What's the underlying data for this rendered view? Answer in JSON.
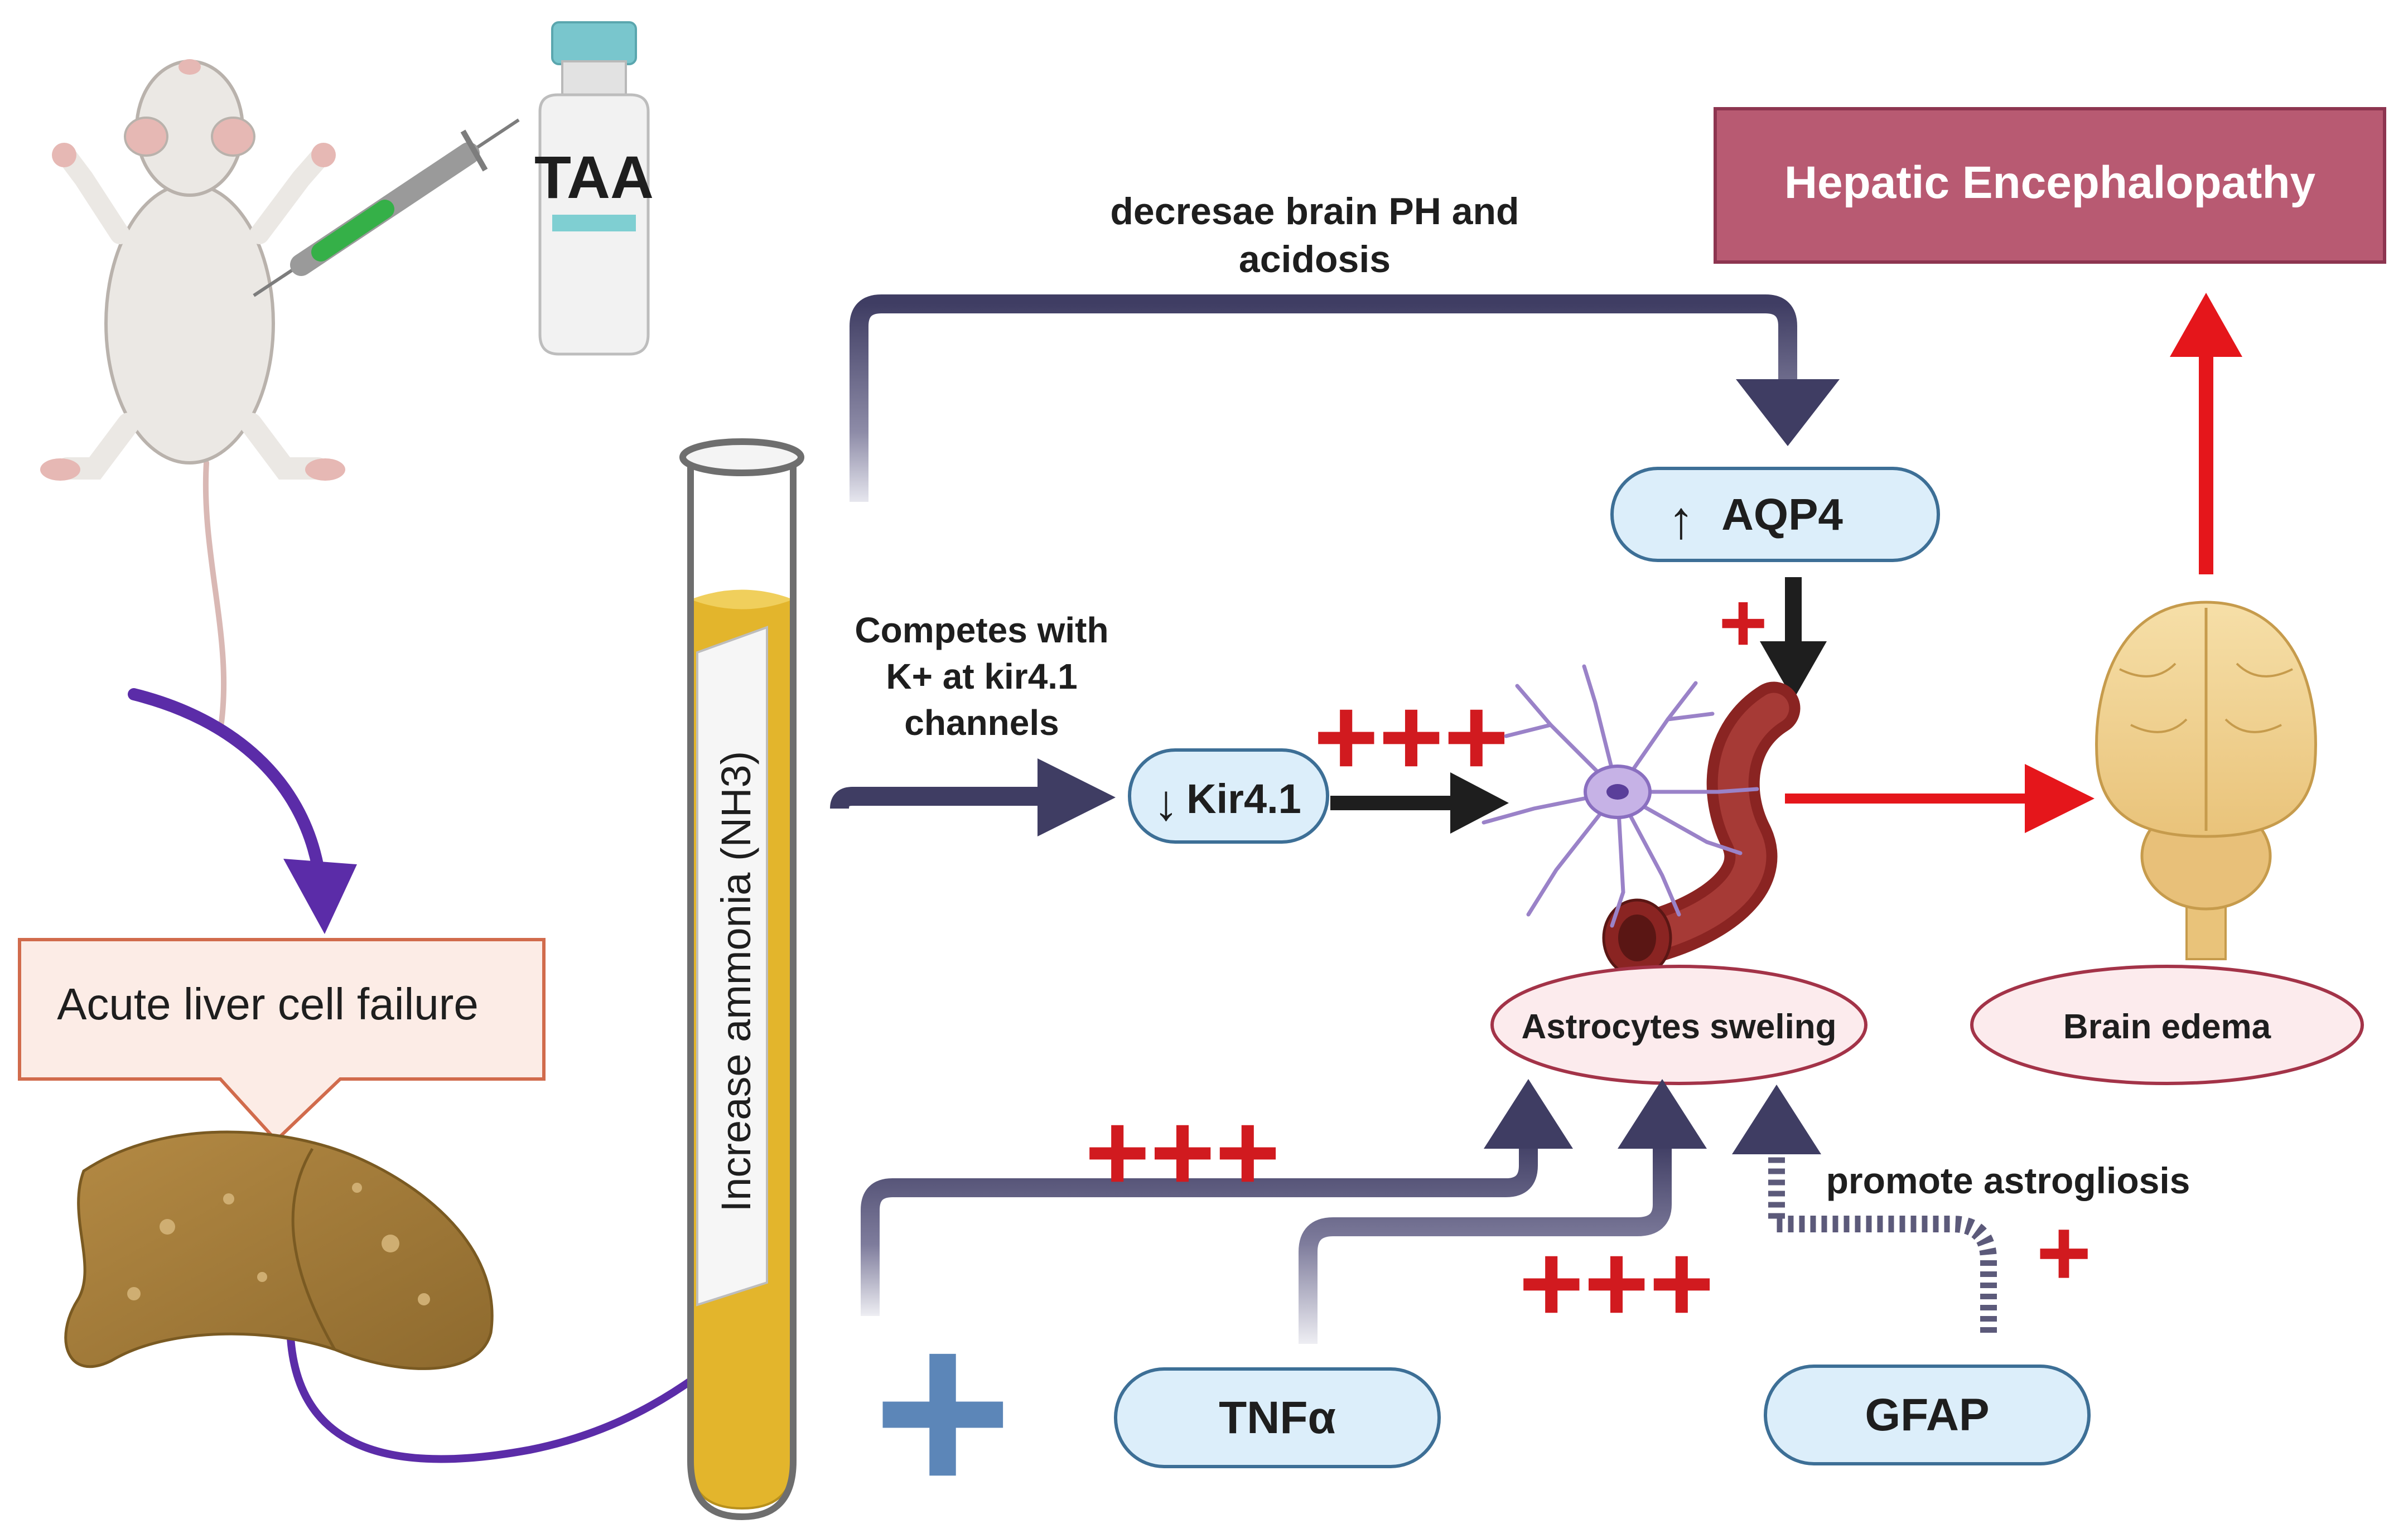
{
  "labels": {
    "vial": "TAA",
    "liver_failure": "Acute liver cell failure",
    "tube": "Increase ammonia (NH3)",
    "ph_line1": "decresae brain PH and",
    "ph_line2": "acidosis",
    "competes_line1": "Competes with",
    "competes_line2": "K+ at kir4.1",
    "competes_line3": "channels",
    "kir": "Kir4.1",
    "aqp4": "AQP4",
    "he": "Hepatic Encephalopathy",
    "astro": "Astrocytes sweling",
    "edema": "Brain edema",
    "tnf": "TNFα",
    "gfap": "GFAP",
    "astrogliosis": "promote astrogliosis",
    "plus_single": "+",
    "plus_triple": "+++",
    "arrow_down": "↓",
    "arrow_up": "↑"
  },
  "colors": {
    "navy_arrow": "#3f3d63",
    "purple_arrow": "#5b2ca8",
    "red": "#e5161b",
    "plus_red": "#d11a1f",
    "plus_blue": "#5c86b8",
    "pill_fill": "#dceefa",
    "pill_stroke": "#3d6f96",
    "oval_fill": "#fcebed",
    "oval_stroke": "#a33348",
    "he_fill": "#b85a72",
    "he_stroke": "#8d3550",
    "liver_box_fill": "#fcece6",
    "liver_box_stroke": "#d16b4c",
    "tube_liquid": "#e3b52c"
  }
}
